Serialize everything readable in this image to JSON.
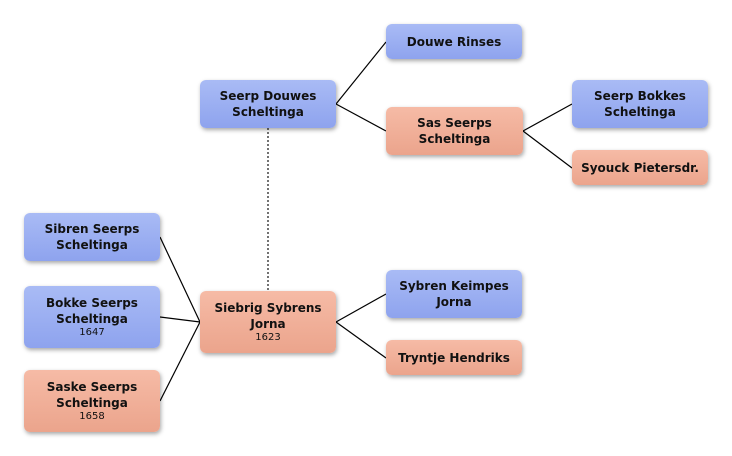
{
  "people": {
    "douwe_rinses": {
      "name": "Douwe Rinses",
      "gender": "male"
    },
    "seerp_douwes": {
      "name": "Seerp Douwes\nScheltinga",
      "gender": "male"
    },
    "sas_seerps": {
      "name": "Sas Seerps\nScheltinga",
      "gender": "female"
    },
    "seerp_bokkes": {
      "name": "Seerp Bokkes\nScheltinga",
      "gender": "male"
    },
    "syouck": {
      "name": "Syouck Pietersdr.",
      "gender": "female"
    },
    "sibren_seerps": {
      "name": "Sibren Seerps\nScheltinga",
      "gender": "male"
    },
    "bokke_seerps": {
      "name": "Bokke Seerps\nScheltinga",
      "year": "1647",
      "gender": "male"
    },
    "saske_seerps": {
      "name": "Saske Seerps\nScheltinga",
      "year": "1658",
      "gender": "female"
    },
    "siebrig_sybrens": {
      "name": "Siebrig Sybrens\nJorna",
      "year": "1623",
      "gender": "female"
    },
    "sybren_keimpes": {
      "name": "Sybren Keimpes\nJorna",
      "gender": "male"
    },
    "tryntje": {
      "name": "Tryntje Hendriks",
      "gender": "female"
    }
  },
  "colors": {
    "male": "#9fb2f2",
    "female": "#f2b19b",
    "line": "#000000",
    "spouse_line": "#444444"
  }
}
